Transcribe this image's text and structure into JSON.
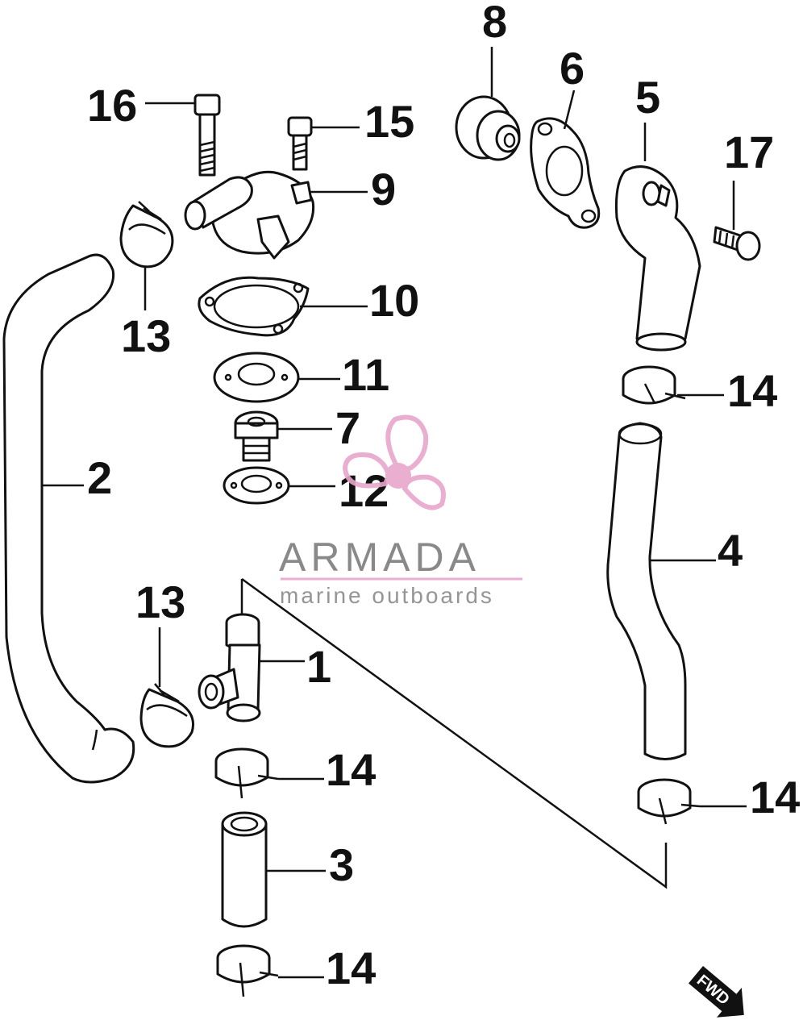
{
  "diagram": {
    "callouts": [
      "1",
      "2",
      "3",
      "4",
      "5",
      "6",
      "7",
      "8",
      "9",
      "10",
      "11",
      "12",
      "13",
      "13",
      "14",
      "14",
      "14",
      "14",
      "15",
      "16",
      "17"
    ]
  },
  "watermark": {
    "brand": "ARMADA",
    "tagline": "marine outboards",
    "colors": {
      "logo": "#e8a6cc",
      "text": "#7d7d7d",
      "rule": "#e8a6cc"
    }
  },
  "fwd_marker": {
    "label": "FWD",
    "icon": "forward-arrow-icon"
  }
}
